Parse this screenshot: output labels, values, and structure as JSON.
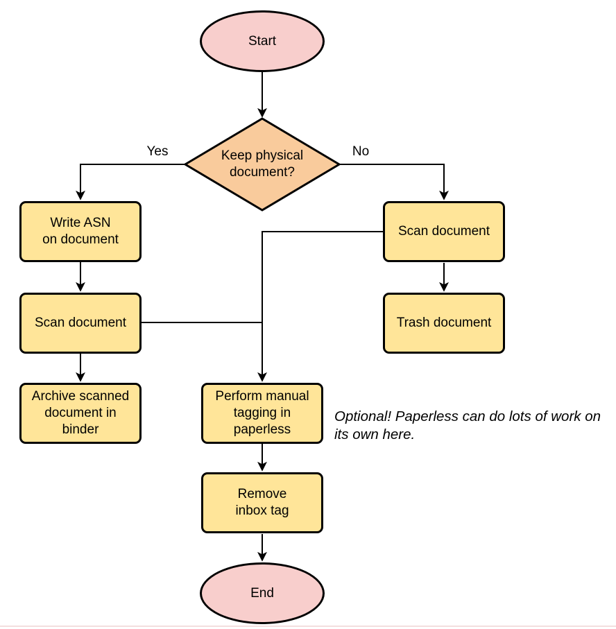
{
  "colors": {
    "background": "#ffffff",
    "terminal_fill": "#f8cecc",
    "decision_fill": "#f9cb9c",
    "process_fill": "#ffe599",
    "stroke": "#000000",
    "text": "#000000"
  },
  "nodes": {
    "start": {
      "label": "Start",
      "type": "terminal"
    },
    "decision": {
      "label": "Keep physical\ndocument?",
      "type": "decision"
    },
    "write_asn": {
      "label": "Write ASN\non document",
      "type": "process"
    },
    "scan_left": {
      "label": "Scan document",
      "type": "process"
    },
    "archive": {
      "label": "Archive scanned\ndocument in\nbinder",
      "type": "process"
    },
    "scan_right": {
      "label": "Scan document",
      "type": "process"
    },
    "trash": {
      "label": "Trash document",
      "type": "process"
    },
    "tagging": {
      "label": "Perform manual\ntagging in\npaperless",
      "type": "process"
    },
    "remove_inbox": {
      "label": "Remove\ninbox tag",
      "type": "process"
    },
    "end": {
      "label": "End",
      "type": "terminal"
    }
  },
  "edge_labels": {
    "yes": "Yes",
    "no": "No"
  },
  "note": {
    "text": "Optional! Paperless can do lots of work on\nits own here."
  }
}
